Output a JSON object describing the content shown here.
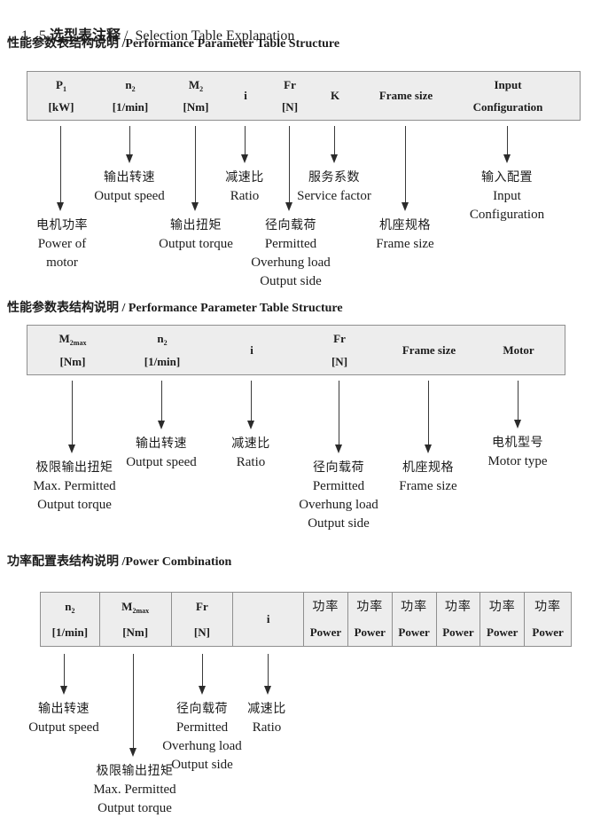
{
  "page_title": {
    "num": "1 . 5",
    "zh": "选型表注释",
    "rest": " /  Selection Table Explanation"
  },
  "sections": [
    {
      "heading_zh": "性能参数表结构说明",
      "heading_rest": " /Performance Parameter Table Structure",
      "header_cells": [
        {
          "sym": "P",
          "sub": "1",
          "unit": "[kW]"
        },
        {
          "sym": "n",
          "sub": "2",
          "unit": "[1/min]"
        },
        {
          "sym": "M",
          "sub": "2",
          "unit": "[Nm]"
        },
        {
          "sym": "i"
        },
        {
          "sym": "Fr",
          "unit": "[N]"
        },
        {
          "sym": "K"
        },
        {
          "sym": "Frame size"
        },
        {
          "sym": "Input",
          "unit": "Configuration"
        }
      ],
      "callouts": [
        {
          "lines": [
            "电机功率",
            "Power of",
            "motor"
          ]
        },
        {
          "lines": [
            "输出转速",
            "Output speed"
          ]
        },
        {
          "lines": [
            "输出扭矩",
            "Output torque"
          ]
        },
        {
          "lines": [
            "减速比",
            "Ratio"
          ]
        },
        {
          "lines": [
            "径向载荷",
            "Permitted",
            "Overhung load",
            "Output side"
          ]
        },
        {
          "lines": [
            "服务系数",
            "Service factor"
          ]
        },
        {
          "lines": [
            "机座规格",
            "Frame size"
          ]
        },
        {
          "lines": [
            "输入配置",
            "Input",
            "Configuration"
          ]
        }
      ]
    },
    {
      "heading_zh": "性能参数表结构说明",
      "heading_rest": " / Performance Parameter Table Structure",
      "header_cells": [
        {
          "sym": "M",
          "sub": "2max",
          "unit": "[Nm]"
        },
        {
          "sym": "n",
          "sub": "2",
          "unit": "[1/min]"
        },
        {
          "sym": "i"
        },
        {
          "sym": "Fr",
          "unit": "[N]"
        },
        {
          "sym": "Frame size"
        },
        {
          "sym": "Motor"
        }
      ],
      "callouts": [
        {
          "lines": [
            "极限输出扭矩",
            "Max. Permitted",
            "Output torque"
          ]
        },
        {
          "lines": [
            "输出转速",
            "Output speed"
          ]
        },
        {
          "lines": [
            "减速比",
            "Ratio"
          ]
        },
        {
          "lines": [
            "径向载荷",
            "Permitted",
            "Overhung load",
            "Output side"
          ]
        },
        {
          "lines": [
            "机座规格",
            "Frame size"
          ]
        },
        {
          "lines": [
            "电机型号",
            "Motor type"
          ]
        }
      ]
    },
    {
      "heading_zh": "功率配置表结构说明",
      "heading_rest": " /Power Combination",
      "header_cells": [
        {
          "sym": "n",
          "sub": "2",
          "unit": "[1/min]"
        },
        {
          "sym": "M",
          "sub": "2max",
          "unit": "[Nm]"
        },
        {
          "sym": "Fr",
          "unit": "[N]"
        },
        {
          "sym": "i"
        },
        {
          "sym": "功率",
          "sym_zh": true,
          "unit": "Power"
        },
        {
          "sym": "功率",
          "sym_zh": true,
          "unit": "Power"
        },
        {
          "sym": "功率",
          "sym_zh": true,
          "unit": "Power"
        },
        {
          "sym": "功率",
          "sym_zh": true,
          "unit": "Power"
        },
        {
          "sym": "功率",
          "sym_zh": true,
          "unit": "Power"
        },
        {
          "sym": "功率",
          "sym_zh": true,
          "unit": "Power"
        }
      ],
      "callouts": [
        {
          "lines": [
            "输出转速",
            "Output speed"
          ]
        },
        {
          "lines": [
            "极限输出扭矩",
            "Max. Permitted",
            "Output torque"
          ]
        },
        {
          "lines": [
            "径向载荷",
            "Permitted",
            "Overhung load",
            "Output side"
          ]
        },
        {
          "lines": [
            "减速比",
            "Ratio"
          ]
        }
      ]
    }
  ]
}
